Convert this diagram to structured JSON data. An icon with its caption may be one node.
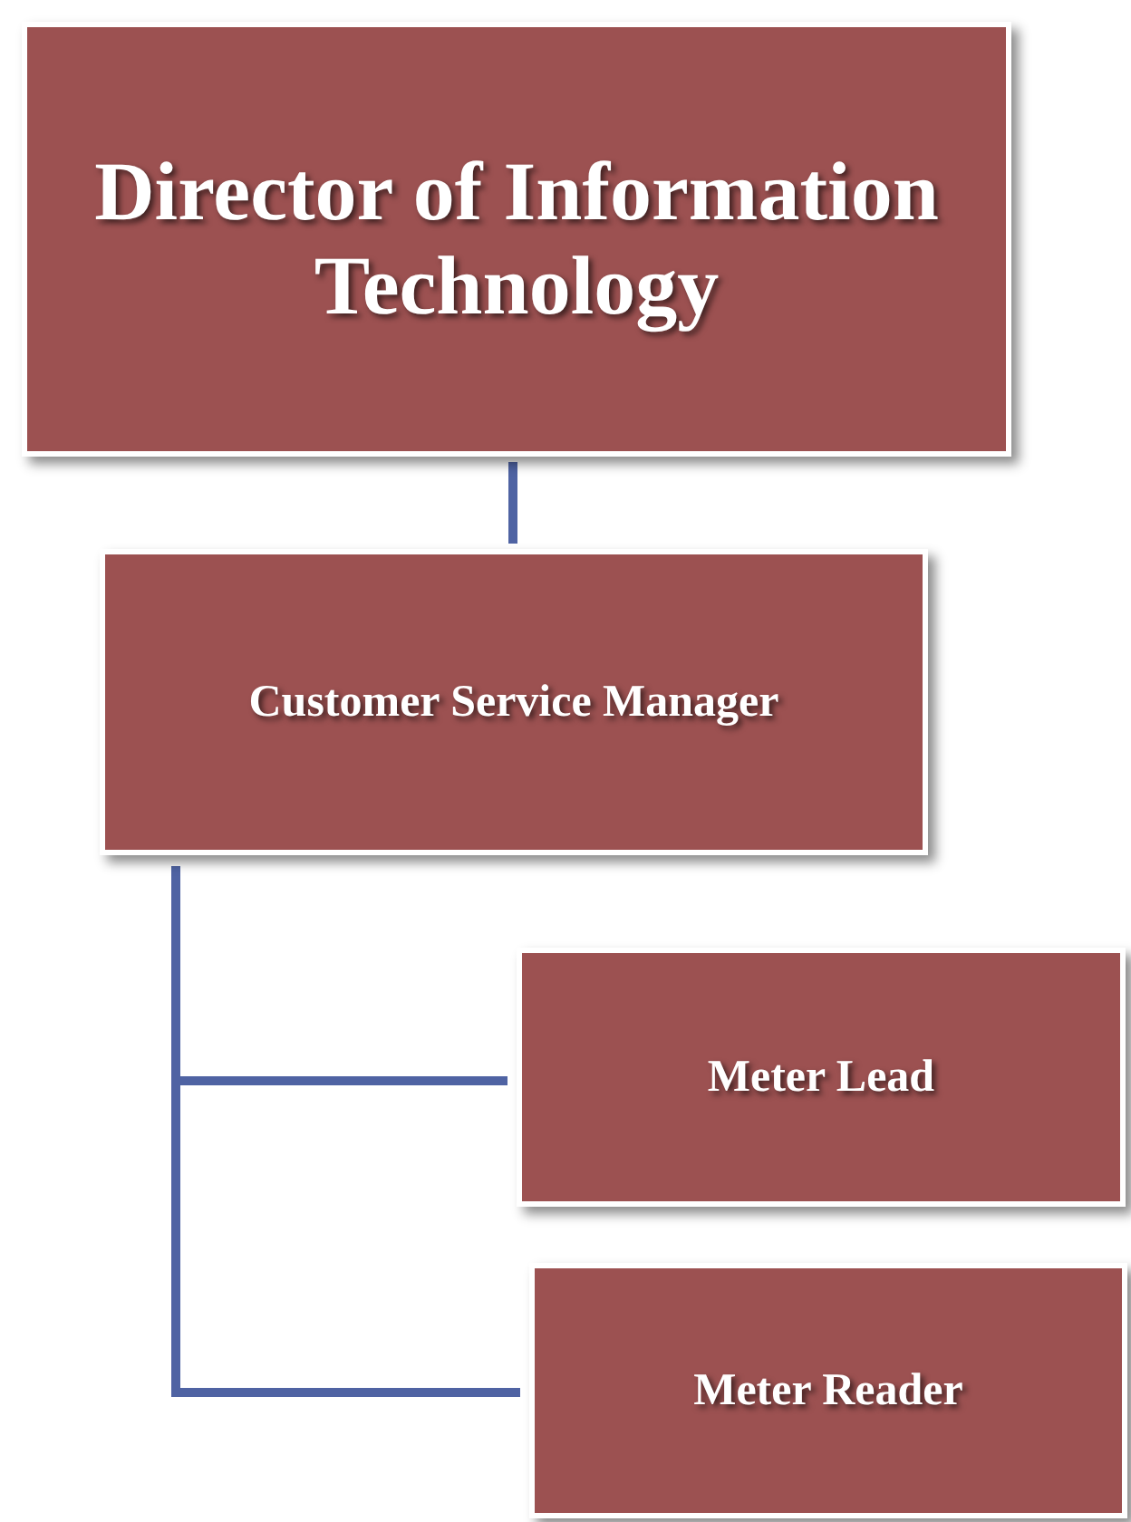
{
  "diagram": {
    "nodes": [
      {
        "text": [
          "Director of Information Technology"
        ]
      },
      {
        "text": [
          "Customer Service Manager"
        ]
      },
      {
        "text": [
          "Meter Lead"
        ]
      },
      {
        "text": [
          "Meter Reader"
        ]
      }
    ],
    "edges": [
      {
        "from": 0,
        "to": 1,
        "arrow": "none"
      },
      {
        "from": 1,
        "to": 2,
        "arrow": "none"
      },
      {
        "from": 1,
        "to": 3,
        "arrow": "none"
      }
    ]
  }
}
